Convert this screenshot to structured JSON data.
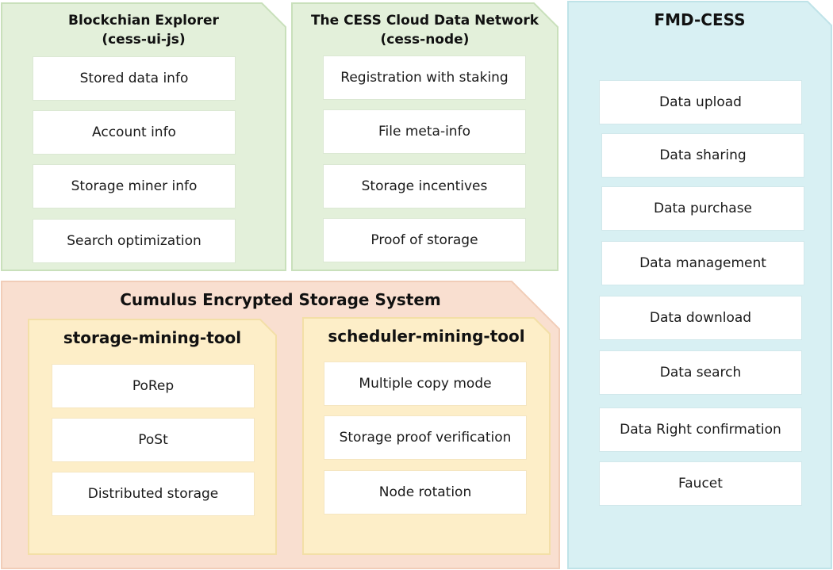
{
  "colors": {
    "green_fill": "#e3f0da",
    "green_stroke": "#c9e0bb",
    "cyan_fill": "#d8f0f3",
    "cyan_stroke": "#bfe3e8",
    "orange_fill": "#f9dfd0",
    "orange_stroke": "#f1cdb8",
    "yellow_fill": "#fdeec8",
    "yellow_stroke": "#f3dfa7",
    "box_fill": "#ffffff"
  },
  "explorer": {
    "title_line1": "Blockchian Explorer",
    "title_line2": "(cess-ui-js)",
    "items": [
      "Stored data info",
      "Account info",
      "Storage miner info",
      "Search optimization"
    ]
  },
  "network": {
    "title_line1": "The CESS Cloud Data Network",
    "title_line2": "(cess-node)",
    "items": [
      "Registration with staking",
      "File meta-info",
      "Storage incentives",
      "Proof of storage"
    ]
  },
  "fmd": {
    "title": "FMD-CESS",
    "items": [
      "Data upload",
      "Data sharing",
      "Data purchase",
      "Data management",
      "Data download",
      "Data search",
      "Data Right confirmation",
      "Faucet"
    ]
  },
  "cumulus": {
    "title": "Cumulus Encrypted Storage System",
    "storage_tool": {
      "title": "storage-mining-tool",
      "items": [
        "PoRep",
        "PoSt",
        "Distributed storage"
      ]
    },
    "scheduler_tool": {
      "title": "scheduler-mining-tool",
      "items": [
        "Multiple copy mode",
        "Storage proof verification",
        "Node rotation"
      ]
    }
  }
}
